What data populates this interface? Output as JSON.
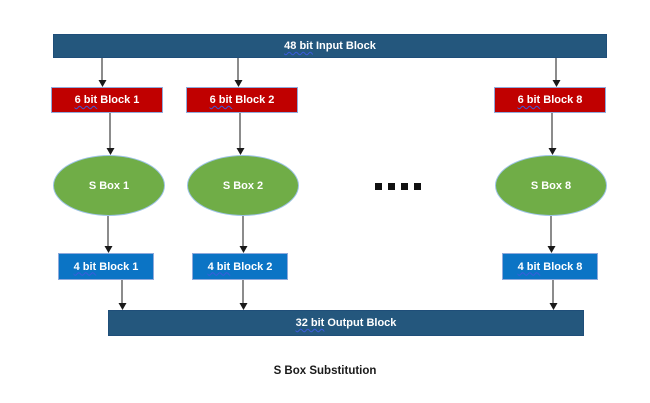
{
  "colors": {
    "bar_fill": "#24577D",
    "six_bit_fill": "#C00000",
    "sbox_fill": "#70AD47",
    "four_bit_fill": "#0B74C5",
    "shape_border": "#8FAADC",
    "arrow": "#1A1A1A",
    "shape_text": "#FFFFFF",
    "caption_text": "#1A1A1A",
    "spellcheck_underline": "#3B5BDB"
  },
  "diagram": {
    "caption": "S Box Substitution",
    "input_bar": {
      "prefix": "48 bit",
      "rest": " Input Block"
    },
    "output_bar": {
      "prefix": "32 bit",
      "rest": " Output Block"
    },
    "columns": [
      {
        "six_bit_prefix": "6 bit",
        "six_bit_rest": " Block 1",
        "sbox_label": "S Box 1",
        "four_bit_prefix": "4 bit",
        "four_bit_rest": " Block 1"
      },
      {
        "six_bit_prefix": "6 bit",
        "six_bit_rest": " Block 2",
        "sbox_label": "S Box 2",
        "four_bit_prefix": "4 bit",
        "four_bit_rest": " Block 2"
      },
      {
        "six_bit_prefix": "6 bit",
        "six_bit_rest": " Block 8",
        "sbox_label": "S Box 8",
        "four_bit_prefix": "4 bit",
        "four_bit_rest": " Block 8"
      }
    ],
    "ellipsis_dots": 4
  }
}
